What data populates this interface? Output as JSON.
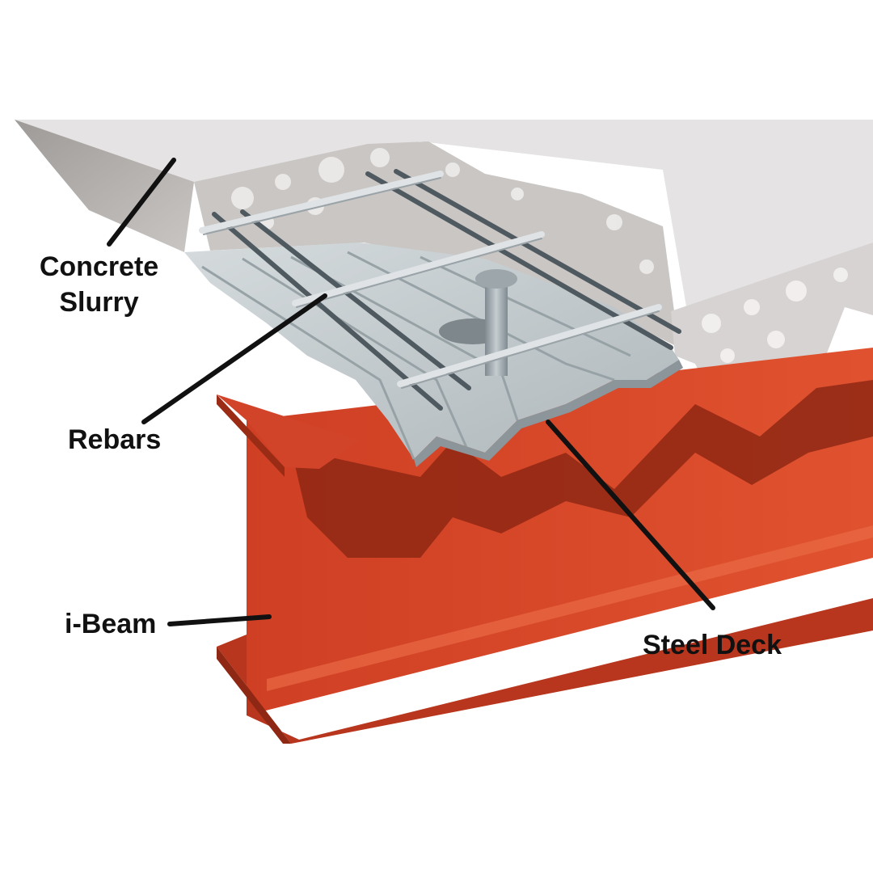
{
  "labels": {
    "concrete": [
      "Concrete",
      "Slurry"
    ],
    "rebars": "Rebars",
    "ibeam": "i-Beam",
    "steel_deck": "Steel Deck"
  },
  "colors": {
    "background": "#ffffff",
    "concrete_top": "#e6e4e4",
    "concrete_side": "#b9b6b4",
    "steel_deck": "#c4cbce",
    "rebar": "#dfe3e6",
    "beam_light": "#d8492e",
    "beam_dark": "#8e2713",
    "callout_line": "#111111"
  }
}
